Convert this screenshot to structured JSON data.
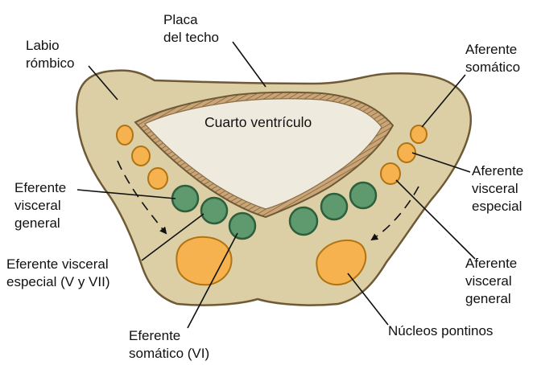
{
  "colors": {
    "tissue_fill": "#dccfa6",
    "tissue_outline": "#6e5a36",
    "ventricle_fill": "#efeade",
    "roof_band": "#b8966a",
    "efferent_fill": "#5e9a6e",
    "efferent_outline": "#2e5f3c",
    "afferent_fill": "#f6b24e",
    "afferent_outline": "#b07412",
    "text": "#111111"
  },
  "labels": {
    "roof_plate": [
      "Placa",
      "del techo"
    ],
    "rhombic_lip": [
      "Labio",
      "rómbico"
    ],
    "fourth_ventricle": "Cuarto ventrículo",
    "somatic_afferent": [
      "Aferente",
      "somático"
    ],
    "special_visceral_afferent": [
      "Aferente",
      "visceral",
      "especial"
    ],
    "general_visceral_afferent": [
      "Aferente",
      "visceral",
      "general"
    ],
    "general_visceral_efferent": [
      "Eferente",
      "visceral",
      "general"
    ],
    "special_visceral_efferent": [
      "Eferente visceral",
      "especial (V y VII)"
    ],
    "somatic_efferent": [
      "Eferente",
      "somático (VI)"
    ],
    "pontine_nuclei": "Núcleos pontinos"
  },
  "icons": {
    "migration_arrow": "arrow-down-icon"
  }
}
